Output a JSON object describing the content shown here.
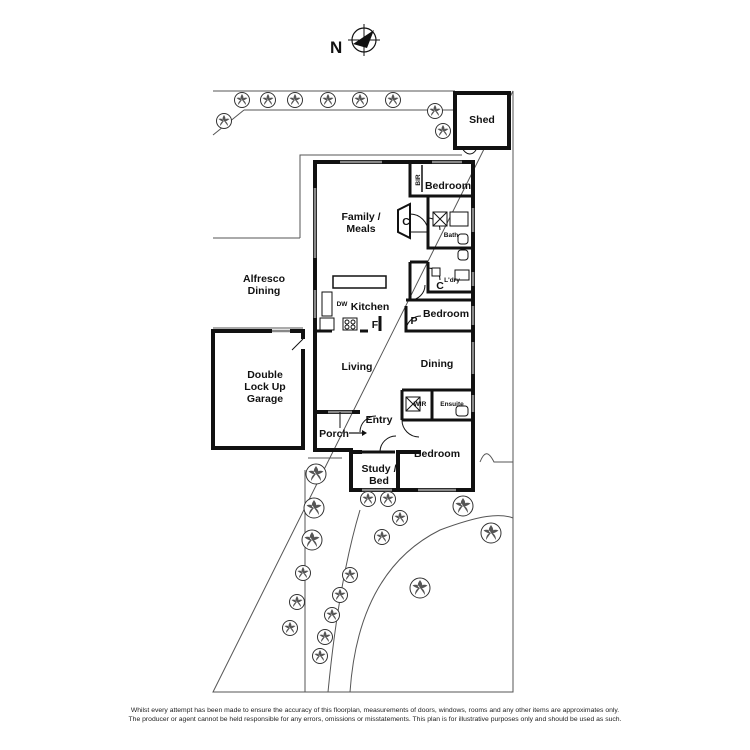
{
  "compass": {
    "label": "N",
    "icon": "north-arrow-icon"
  },
  "rooms": {
    "shed": "Shed",
    "bedroom_top": "Bedroom",
    "bir": "BIR",
    "family_line1": "Family /",
    "family_line2": "Meals",
    "c_top": "C",
    "bath": "Bath",
    "ldry": "L'dry",
    "c_ldry": "C",
    "alfresco_line1": "Alfresco",
    "alfresco_line2": "Dining",
    "dw": "DW",
    "kitchen": "Kitchen",
    "f": "F",
    "p": "P",
    "bedroom_mid": "Bedroom",
    "garage_line1": "Double",
    "garage_line2": "Lock Up",
    "garage_line3": "Garage",
    "living": "Living",
    "dining": "Dining",
    "wir": "WIR",
    "ensuite": "Ensuite",
    "entry": "Entry",
    "porch": "Porch",
    "bedroom_bottom": "Bedroom",
    "study_line1": "Study /",
    "study_line2": "Bed"
  },
  "disclaimer": {
    "line1": "Whilst every attempt has been made to ensure the accuracy of this floorplan, measurements of doors, windows, rooms and any other items are approximates only.",
    "line2": "The producer or agent cannot be held responsible for any errors, omissions or misstatements. This plan is for illustrative purposes only and should be used as such."
  },
  "colors": {
    "wall": "#111111",
    "boundary": "#555555",
    "tree": "#333333",
    "window": "#888888"
  }
}
